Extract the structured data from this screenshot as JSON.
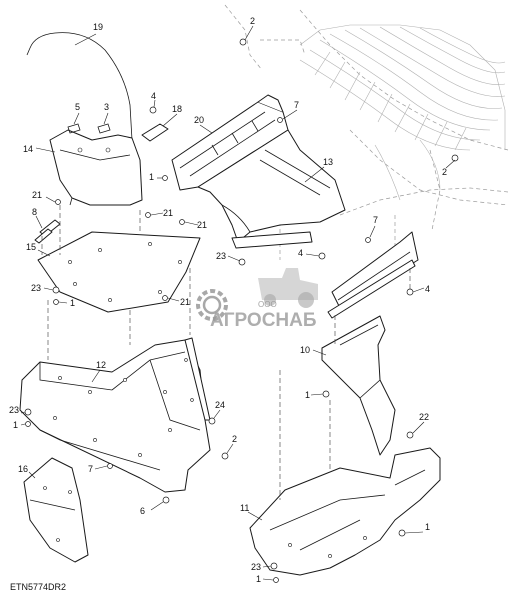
{
  "drawing_id": "ETN5774DR2",
  "watermark": {
    "brand": "АГРОСНАБ",
    "prefix": "ООО"
  },
  "callouts": [
    {
      "id": "c19",
      "text": "19"
    },
    {
      "id": "c2a",
      "text": "2"
    },
    {
      "id": "c5",
      "text": "5"
    },
    {
      "id": "c3",
      "text": "3"
    },
    {
      "id": "c4a",
      "text": "4"
    },
    {
      "id": "c18",
      "text": "18"
    },
    {
      "id": "c20",
      "text": "20"
    },
    {
      "id": "c7a",
      "text": "7"
    },
    {
      "id": "c14",
      "text": "14"
    },
    {
      "id": "c13",
      "text": "13"
    },
    {
      "id": "c2b",
      "text": "2"
    },
    {
      "id": "c1a",
      "text": "1"
    },
    {
      "id": "c21a",
      "text": "21"
    },
    {
      "id": "c8",
      "text": "8"
    },
    {
      "id": "c21b",
      "text": "21"
    },
    {
      "id": "c21c",
      "text": "21"
    },
    {
      "id": "c7b",
      "text": "7"
    },
    {
      "id": "c15",
      "text": "15"
    },
    {
      "id": "c23a",
      "text": "23"
    },
    {
      "id": "c4b",
      "text": "4"
    },
    {
      "id": "c23b",
      "text": "23"
    },
    {
      "id": "c1b",
      "text": "1"
    },
    {
      "id": "c21d",
      "text": "21"
    },
    {
      "id": "c4c",
      "text": "4"
    },
    {
      "id": "c10",
      "text": "10"
    },
    {
      "id": "c12",
      "text": "12"
    },
    {
      "id": "c1c",
      "text": "1"
    },
    {
      "id": "c24",
      "text": "24"
    },
    {
      "id": "c22",
      "text": "22"
    },
    {
      "id": "c23c",
      "text": "23"
    },
    {
      "id": "c1d",
      "text": "1"
    },
    {
      "id": "c2c",
      "text": "2"
    },
    {
      "id": "c16",
      "text": "16"
    },
    {
      "id": "c7c",
      "text": "7"
    },
    {
      "id": "c6",
      "text": "6"
    },
    {
      "id": "c11",
      "text": "11"
    },
    {
      "id": "c1e",
      "text": "1"
    },
    {
      "id": "c23d",
      "text": "23"
    },
    {
      "id": "c1f",
      "text": "1"
    }
  ]
}
